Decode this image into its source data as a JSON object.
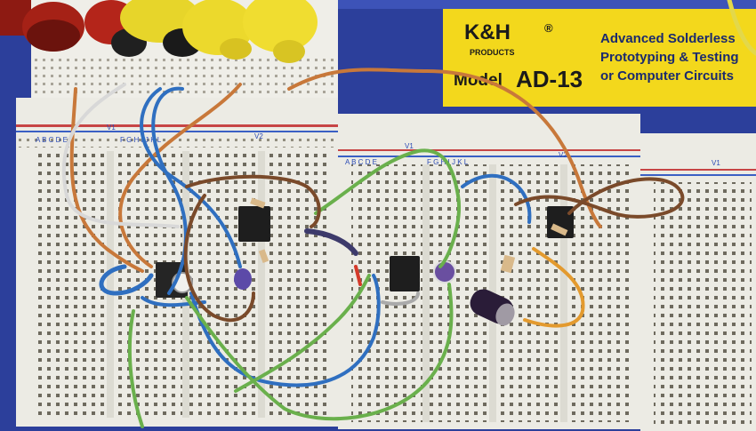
{
  "label": {
    "brand_top": "K&H",
    "brand_bottom": "PRODUCTS",
    "registered": "®",
    "line1": "Advanced Solderless",
    "line2": "Prototyping & Testing",
    "line3": "or Computer Circuits",
    "model_prefix": "Model",
    "model_number": "AD-13"
  },
  "board": {
    "column_letters_left": "A B C D E",
    "column_letters_right": "F G H I J K L",
    "bus_labels": [
      "V1",
      "V2",
      "V1",
      "V2",
      "V1"
    ]
  },
  "colors": {
    "board_blue": "#2c3f9b",
    "label_yellow": "#f3d81c",
    "breadboard": "#ecebe4",
    "wire_orange": "#c8783a",
    "wire_blue": "#2f6fc0",
    "wire_green": "#6ab04c",
    "wire_brown": "#7a4a2a",
    "wire_white": "#d8d8d8"
  }
}
